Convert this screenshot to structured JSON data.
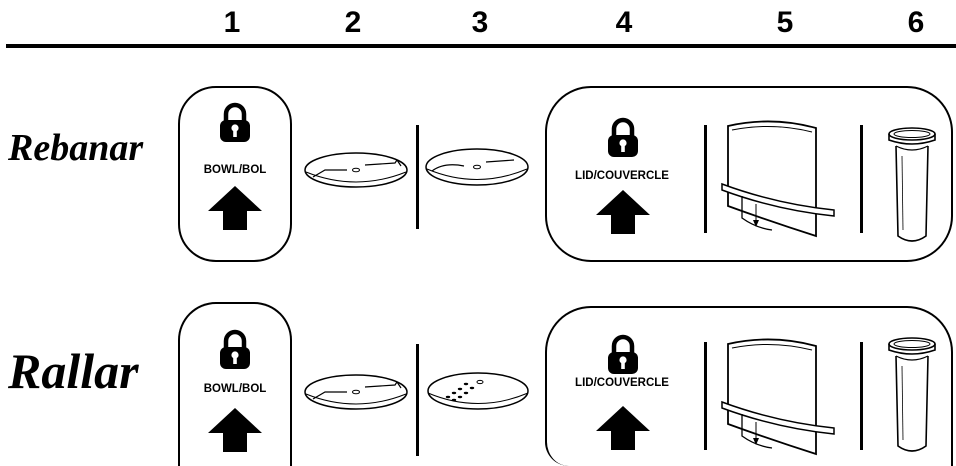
{
  "header": {
    "steps": [
      "1",
      "2",
      "3",
      "4",
      "5",
      "6"
    ]
  },
  "rows": [
    {
      "label": "Rebanar",
      "bowl_text": "BOWL/BOL",
      "lid_text": "LID/COUVERCLE",
      "disc_step2": "slicing-disc-icon",
      "disc_step3": "slicing-disc-icon",
      "bowl_icon": "lock-icon",
      "arrow_icon": "up-arrow-icon",
      "pusher_icon": "food-pusher-icon",
      "chute_icon": "small-pusher-icon"
    },
    {
      "label": "Rallar",
      "bowl_text": "BOWL/BOL",
      "lid_text": "LID/COUVERCLE",
      "disc_step2": "slicing-disc-icon",
      "disc_step3": "shredding-disc-icon",
      "bowl_icon": "lock-icon",
      "arrow_icon": "up-arrow-icon",
      "pusher_icon": "food-pusher-icon",
      "chute_icon": "small-pusher-icon"
    }
  ]
}
